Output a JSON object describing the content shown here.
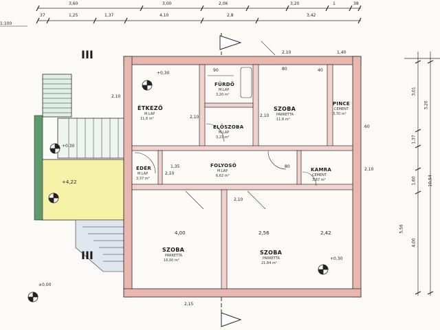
{
  "scale": "1:100",
  "top_dims_row1": [
    "3,60",
    "3,00",
    "2,06",
    "3,20",
    "1",
    "38"
  ],
  "top_dims_row2": [
    "37",
    "1,25",
    "1,37",
    "4,10",
    "2,8",
    "3,42"
  ],
  "right_dims": [
    "3,01",
    "3,20",
    "1,37",
    "1,60",
    "10,54",
    "5,56",
    "4,00"
  ],
  "rooms": {
    "etkezo": {
      "name": "ÉTKEZŐ",
      "floor": "M.LAP",
      "area": "11,6 m²"
    },
    "furdo": {
      "name": "FÜRDŐ",
      "floor": "M.LAP",
      "area": "3,20 m²"
    },
    "eloszoba": {
      "name": "ELŐSZOBA",
      "floor": "M.LAP",
      "area": "3,21 m²"
    },
    "szoba_tr": {
      "name": "SZOBA",
      "floor": "PARKETTA",
      "area": "11,8 m²"
    },
    "pince": {
      "name": "PINCE",
      "floor": "CEMENT",
      "area": "3,70 m²"
    },
    "folyoso": {
      "name": "FOLYOSÓ",
      "floor": "M.LAP",
      "area": "6,62 m²"
    },
    "kamra": {
      "name": "KAMRA",
      "floor": "CEMENT",
      "area": "3,87 m²"
    },
    "eder": {
      "name": "EDÉR",
      "floor": "M.LAP",
      "area": "3,37 m²"
    },
    "szoba_bl": {
      "name": "SZOBA",
      "floor": "PARKETTA",
      "area": "16,00 m²"
    },
    "szoba_br": {
      "name": "SZOBA",
      "floor": "PARKETTA",
      "area": "21,84 m²"
    }
  },
  "levels": [
    "+0,30",
    "+0,30",
    "+4,22",
    "+0,30",
    "±0,00"
  ],
  "room_dims": [
    "4,00",
    "2,56",
    "2,42"
  ],
  "misc_dims": [
    "2,10",
    "2,10",
    "90",
    "2,10",
    "80",
    "2,10",
    "1,40",
    "40",
    "60",
    "2,10",
    "80",
    "2,10",
    "1,35",
    "2,10",
    "2,15"
  ],
  "section_marks": [
    "III",
    "III"
  ],
  "colors": {
    "wall": "#e8b8b0",
    "line": "#2a2a2a",
    "stair": "#dfeee6",
    "yellow": "#f6f3a8",
    "green": "#5e9a6e"
  }
}
